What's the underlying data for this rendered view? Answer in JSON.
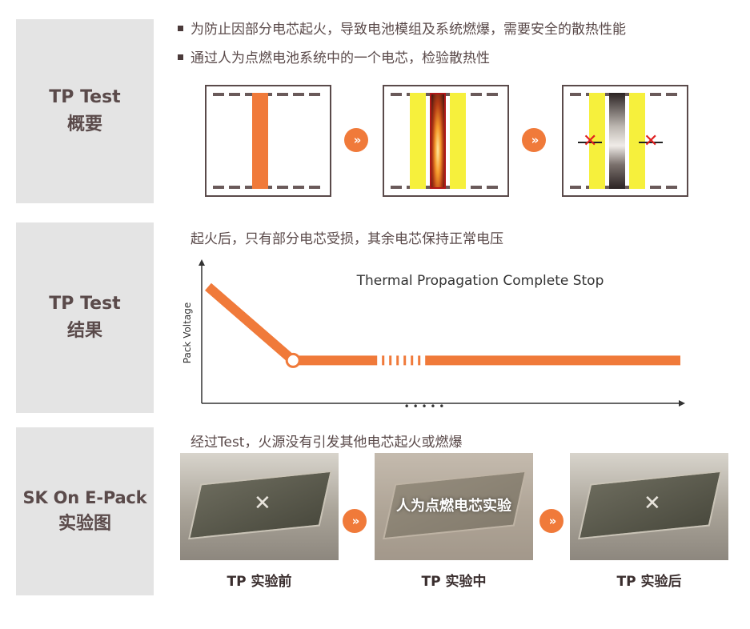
{
  "sections": [
    {
      "line1": "TP Test",
      "line2": "概要"
    },
    {
      "line1": "TP Test",
      "line2": "结果"
    },
    {
      "line1": "SK On E-Pack",
      "line2": "实验图"
    }
  ],
  "overview": {
    "bullets": [
      "为防止因部分电芯起火，导致电池模组及系统燃爆，需要安全的散热性能",
      "通过人为点燃电池系统中的一个电芯，检验散热性"
    ],
    "arrow_glyph": "»"
  },
  "result": {
    "note": "起火后，只有部分电芯受损，其余电芯保持正常电压"
  },
  "chart_data": {
    "type": "line",
    "title": "Thermal Propagation Complete Stop",
    "xlabel": "",
    "ylabel": "Pack Voltage",
    "x_tick_label": "• • • • •",
    "series": [
      {
        "x": [
          0,
          0.18,
          1.0
        ],
        "y": [
          1.0,
          0.35,
          0.35
        ]
      }
    ],
    "ylim": [
      0,
      1.2
    ],
    "grid": false,
    "colors": {
      "line": "#f07a3a"
    }
  },
  "photos": {
    "note": "经过Test，火源没有引发其他电芯起火或燃爆",
    "overlay": "人为点燃电芯实验",
    "captions": [
      "TP 实验前",
      "TP 实验中",
      "TP 实验后"
    ]
  }
}
